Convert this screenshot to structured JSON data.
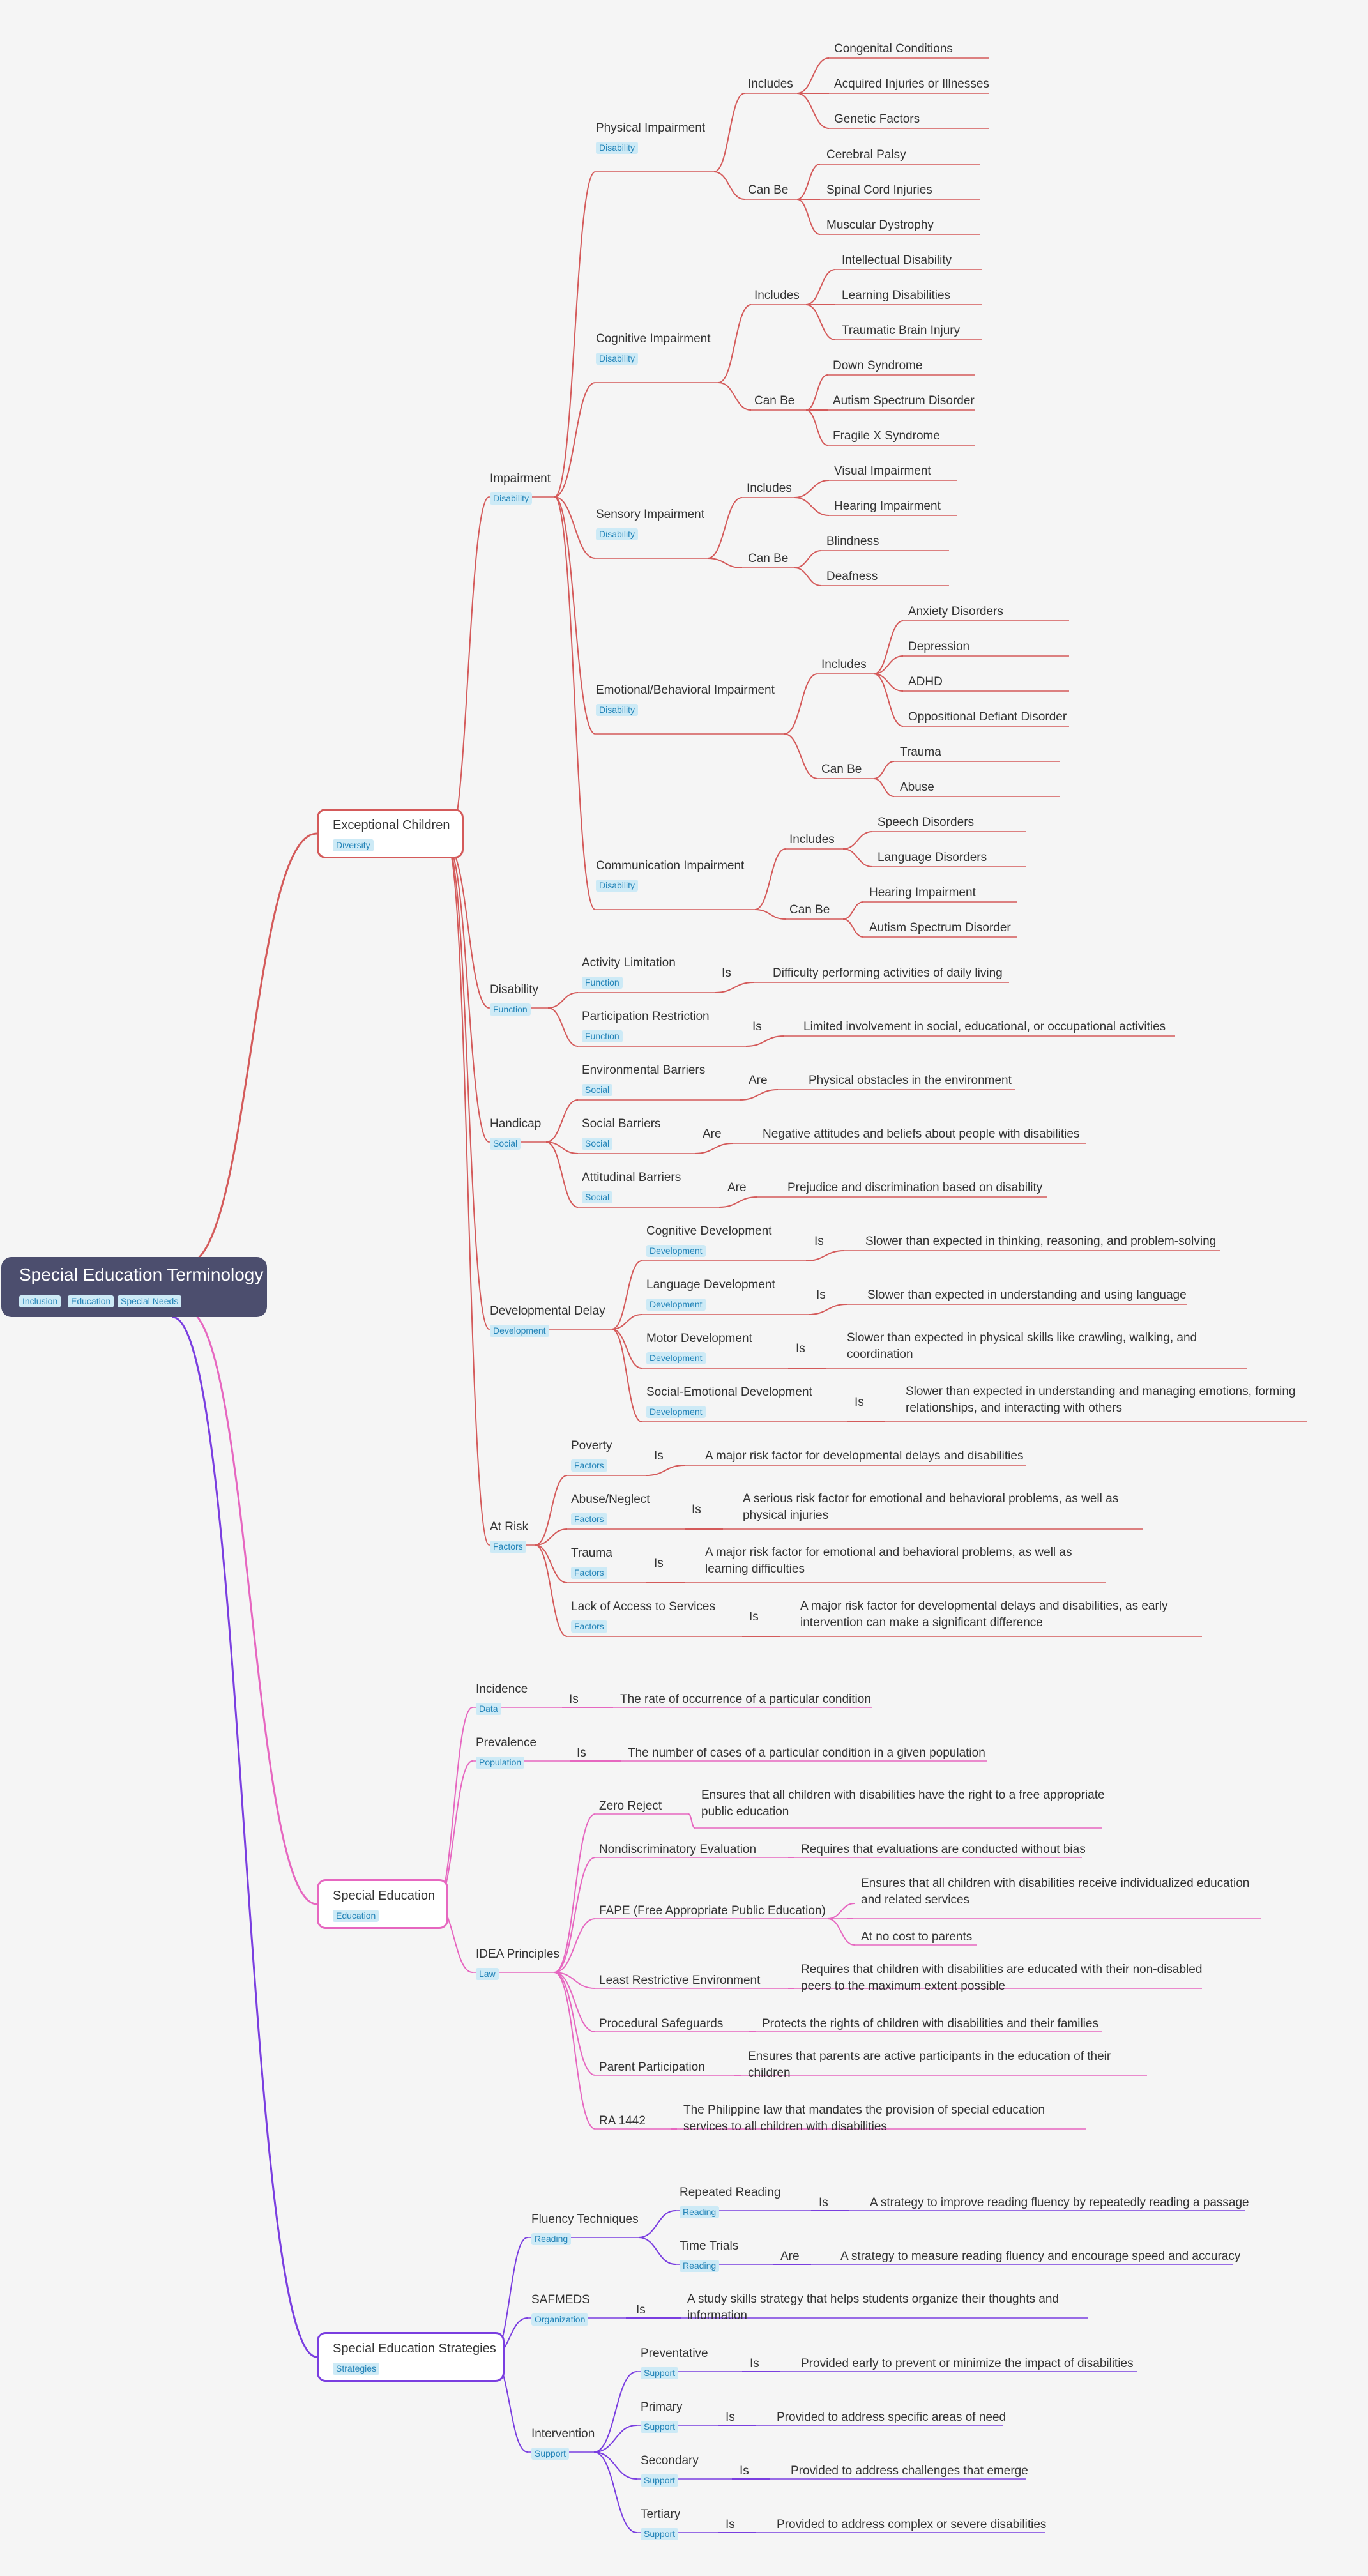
{
  "root": {
    "title": "Special Education Terminology",
    "tags": [
      "Inclusion",
      "Education",
      "Special Needs"
    ]
  },
  "branches": {
    "exceptional": {
      "label": "Exceptional Children",
      "tag": "Diversity"
    },
    "special_ed": {
      "label": "Special Education",
      "tag": "Education"
    },
    "strategies": {
      "label": "Special Education Strategies",
      "tag": "Strategies"
    }
  },
  "impairment": {
    "label": "Impairment",
    "tag": "Disability",
    "physical": {
      "label": "Physical Impairment",
      "tag": "Disability",
      "includes": "Includes",
      "can_be": "Can Be",
      "includes_items": [
        "Congenital Conditions",
        "Acquired Injuries or Illnesses",
        "Genetic Factors"
      ],
      "can_be_items": [
        "Cerebral Palsy",
        "Spinal Cord Injuries",
        "Muscular Dystrophy"
      ]
    },
    "cognitive": {
      "label": "Cognitive Impairment",
      "tag": "Disability",
      "includes": "Includes",
      "can_be": "Can Be",
      "includes_items": [
        "Intellectual Disability",
        "Learning Disabilities",
        "Traumatic Brain Injury"
      ],
      "can_be_items": [
        "Down Syndrome",
        "Autism Spectrum Disorder",
        "Fragile X Syndrome"
      ]
    },
    "sensory": {
      "label": "Sensory Impairment",
      "tag": "Disability",
      "includes": "Includes",
      "can_be": "Can Be",
      "includes_items": [
        "Visual Impairment",
        "Hearing Impairment"
      ],
      "can_be_items": [
        "Blindness",
        "Deafness"
      ]
    },
    "emotional": {
      "label": "Emotional/Behavioral Impairment",
      "tag": "Disability",
      "includes": "Includes",
      "can_be": "Can Be",
      "includes_items": [
        "Anxiety Disorders",
        "Depression",
        "ADHD",
        "Oppositional Defiant Disorder"
      ],
      "can_be_items": [
        "Trauma",
        "Abuse"
      ]
    },
    "communication": {
      "label": "Communication Impairment",
      "tag": "Disability",
      "includes": "Includes",
      "can_be": "Can Be",
      "includes_items": [
        "Speech Disorders",
        "Language Disorders"
      ],
      "can_be_items": [
        "Hearing Impairment",
        "Autism Spectrum Disorder"
      ]
    }
  },
  "disability": {
    "label": "Disability",
    "tag": "Function",
    "activity": {
      "label": "Activity Limitation",
      "tag": "Function",
      "rel": "Is",
      "desc": "Difficulty performing activities of daily living"
    },
    "participation": {
      "label": "Participation Restriction",
      "tag": "Function",
      "rel": "Is",
      "desc": "Limited involvement in social, educational, or occupational activities"
    }
  },
  "handicap": {
    "label": "Handicap",
    "tag": "Social",
    "environmental": {
      "label": "Environmental Barriers",
      "tag": "Social",
      "rel": "Are",
      "desc": "Physical obstacles in the environment"
    },
    "social": {
      "label": "Social Barriers",
      "tag": "Social",
      "rel": "Are",
      "desc": "Negative attitudes and beliefs about people with disabilities"
    },
    "attitudinal": {
      "label": "Attitudinal Barriers",
      "tag": "Social",
      "rel": "Are",
      "desc": "Prejudice and discrimination based on disability"
    }
  },
  "delay": {
    "label": "Developmental Delay",
    "tag": "Development",
    "cognitive": {
      "label": "Cognitive Development",
      "tag": "Development",
      "rel": "Is",
      "desc": "Slower than expected in thinking, reasoning, and problem-solving"
    },
    "language": {
      "label": "Language Development",
      "tag": "Development",
      "rel": "Is",
      "desc": "Slower than expected in understanding and using language"
    },
    "motor": {
      "label": "Motor Development",
      "tag": "Development",
      "rel": "Is",
      "desc": "Slower than expected in physical skills like crawling, walking, and coordination"
    },
    "social_emotional": {
      "label": "Social-Emotional Development",
      "tag": "Development",
      "rel": "Is",
      "desc": "Slower than expected in understanding and managing emotions, forming relationships, and interacting with others"
    }
  },
  "at_risk": {
    "label": "At Risk",
    "tag": "Factors",
    "poverty": {
      "label": "Poverty",
      "tag": "Factors",
      "rel": "Is",
      "desc": "A major risk factor for developmental delays and disabilities"
    },
    "abuse": {
      "label": "Abuse/Neglect",
      "tag": "Factors",
      "rel": "Is",
      "desc": "A serious risk factor for emotional and behavioral problems, as well as physical injuries"
    },
    "trauma": {
      "label": "Trauma",
      "tag": "Factors",
      "rel": "Is",
      "desc": "A major risk factor for emotional and behavioral problems, as well as learning difficulties"
    },
    "access": {
      "label": "Lack of Access to Services",
      "tag": "Factors",
      "rel": "Is",
      "desc": "A major risk factor for developmental delays and disabilities, as early intervention can make a significant difference"
    }
  },
  "incidence": {
    "label": "Incidence",
    "tag": "Data",
    "rel": "Is",
    "desc": "The rate of occurrence of a particular condition"
  },
  "prevalence": {
    "label": "Prevalence",
    "tag": "Population",
    "rel": "Is",
    "desc": "The number of cases of a particular condition in a given population"
  },
  "idea": {
    "label": "IDEA Principles",
    "tag": "Law",
    "zero_reject": {
      "label": "Zero Reject",
      "desc": "Ensures that all children with disabilities have the right to a free appropriate public education"
    },
    "nondiscriminatory": {
      "label": "Nondiscriminatory Evaluation",
      "desc": "Requires that evaluations are conducted without bias"
    },
    "fape": {
      "label": "FAPE (Free Appropriate Public Education)",
      "desc1": "Ensures that all children with disabilities receive individualized education and related services",
      "desc2": "At no cost to parents"
    },
    "lre": {
      "label": "Least Restrictive Environment",
      "desc": "Requires that children with disabilities are educated with their non-disabled peers to the maximum extent possible"
    },
    "procedural": {
      "label": "Procedural Safeguards",
      "desc": "Protects the rights of children with disabilities and their families"
    },
    "parent": {
      "label": "Parent Participation",
      "desc": "Ensures that parents are active participants in the education of their children"
    },
    "ra1442": {
      "label": "RA 1442",
      "desc": "The Philippine law that mandates the provision of special education services to all children with disabilities"
    }
  },
  "fluency": {
    "label": "Fluency Techniques",
    "tag": "Reading",
    "repeated": {
      "label": "Repeated Reading",
      "tag": "Reading",
      "rel": "Is",
      "desc": "A strategy to improve reading fluency by repeatedly reading a passage"
    },
    "time_trials": {
      "label": "Time Trials",
      "tag": "Reading",
      "rel": "Are",
      "desc": "A strategy to measure reading fluency and encourage speed and accuracy"
    }
  },
  "safmeds": {
    "label": "SAFMEDS",
    "tag": "Organization",
    "rel": "Is",
    "desc": "A study skills strategy that helps students organize their thoughts and information"
  },
  "intervention": {
    "label": "Intervention",
    "tag": "Support",
    "preventative": {
      "label": "Preventative",
      "tag": "Support",
      "rel": "Is",
      "desc": "Provided early to prevent or minimize the impact of disabilities"
    },
    "primary": {
      "label": "Primary",
      "tag": "Support",
      "rel": "Is",
      "desc": "Provided to address specific areas of need"
    },
    "secondary": {
      "label": "Secondary",
      "tag": "Support",
      "rel": "Is",
      "desc": "Provided to address challenges that emerge"
    },
    "tertiary": {
      "label": "Tertiary",
      "tag": "Support",
      "rel": "Is",
      "desc": "Provided to address complex or severe disabilities"
    }
  },
  "colors": {
    "red": "#d45a5a",
    "pink": "#e667c0",
    "purple": "#7a3ee0",
    "root_bg": "#4c4e6e",
    "tag_bg": "#cdeaf6",
    "tag_text": "#2484b8"
  }
}
